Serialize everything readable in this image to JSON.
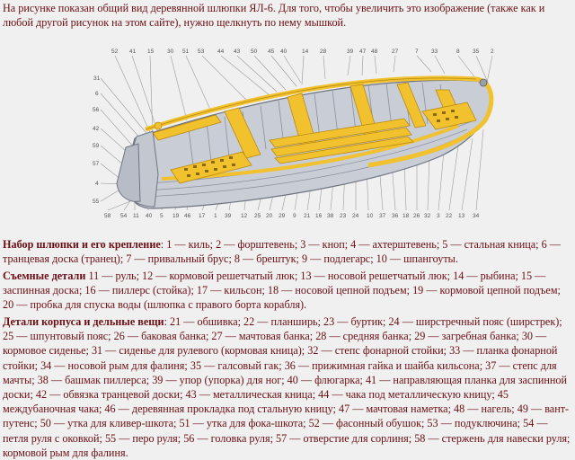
{
  "intro": {
    "text": "На рисунке показан общий вид деревянной шлюпки ЯЛ-6. Для того, чтобы увеличить это изображение (также как и любой другой рисунок на этом сайте), нужно щелкнуть по нему мышкой."
  },
  "figure": {
    "alt": "Общий вид деревянной шлюпки ЯЛ-6",
    "top_labels": [
      "52",
      "41",
      "15",
      "30",
      "51",
      "53",
      "44",
      "43",
      "50",
      "45",
      "40",
      "14",
      "28",
      "39",
      "47",
      "48",
      "27",
      "7",
      "33",
      "8",
      "35",
      "2"
    ],
    "left_labels": [
      "31",
      "6",
      "56",
      "42",
      "59",
      "57",
      "4",
      "55"
    ],
    "bottom_labels": [
      "58",
      "54",
      "11",
      "40",
      "5",
      "19",
      "46",
      "17",
      "1",
      "39",
      "12",
      "25",
      "20",
      "29",
      "9",
      "21",
      "16",
      "21",
      "16",
      "38",
      "23",
      "24",
      "10",
      "37",
      "36",
      "18",
      "26",
      "32",
      "3",
      "22",
      "13",
      "34"
    ],
    "colors": {
      "wood": "#f2c12e",
      "wood_dark": "#b88a12",
      "hull": "#c9cdd6",
      "hull_dark": "#6e7480",
      "leader": "#9a9a9a"
    }
  },
  "sections": [
    {
      "heading": "Набор шлюпки и его крепление",
      "separator": ": ",
      "text": "1 — киль; 2 — форштевень; 3 — кноп; 4 — ахтерштевень; 5 — стальная кница; 6 — транцевая доска (транец); 7 — привальный брус; 8 — брештук; 9 — подлегарс; 10 — шпангоуты."
    },
    {
      "heading": "Съемные детали",
      "separator": " ",
      "text": "11 — руль; 12 — кормовой решетчатый люк; 13 — носовой решетчатый люк; 14 — рыбина; 15 — заспинная доска; 16 — пиллерс (стойка); 17 — кильсон; 18 — носовой цепной подъем; 19 — кормовой цепной подъем; 20 — пробка для спуска воды (шлюпка с правого борта корабля)."
    },
    {
      "heading": "Детали корпуса и дельные вещи",
      "separator": ": ",
      "text": "21 — обшивка; 22 — планширь; 23 — буртик; 24 — ширстречный пояс (ширстрек); 25 — шпунтовый пояс; 26 — баковая банка; 27 — мачтовая банка; 28 — средняя банка; 29 — загребная банка; 30 — кормовое сиденье; 31 — сиденье для рулевого (кормовая кница); 32 — степс фонарной стойки; 33 — планка фонарной стойки; 34 — носовой рым для фалиня; 35 — галсовый гак; 36 — прижимная гайка и шайба кильсона; 37 — степс для мачты; 38 — башмак пиллерса; 39 — упор (упорка) для ног; 40 — флюгарка; 41 — направляющая планка для заспинной доски; 42 — обвязка транцевой доски; 43 — металлическая кница; 44 — чака под металлическую кницу; 45 междубаночная чака; 46 — деревянная прокладка под стальную кницу; 47 — мачтовая наметка; 48 — нагель; 49 — вант-путенс; 50 — утка для кливер-шкота; 51 — утка для фока-шкота; 52 — фасонный обушок; 53 — подуключина; 54 — петля руля с оковкой; 55 — перо руля; 56 — головка руля; 57 — отверстие для сорлиня; 58 — стержень для навески руля; кормовой рым для фалиня."
    }
  ]
}
